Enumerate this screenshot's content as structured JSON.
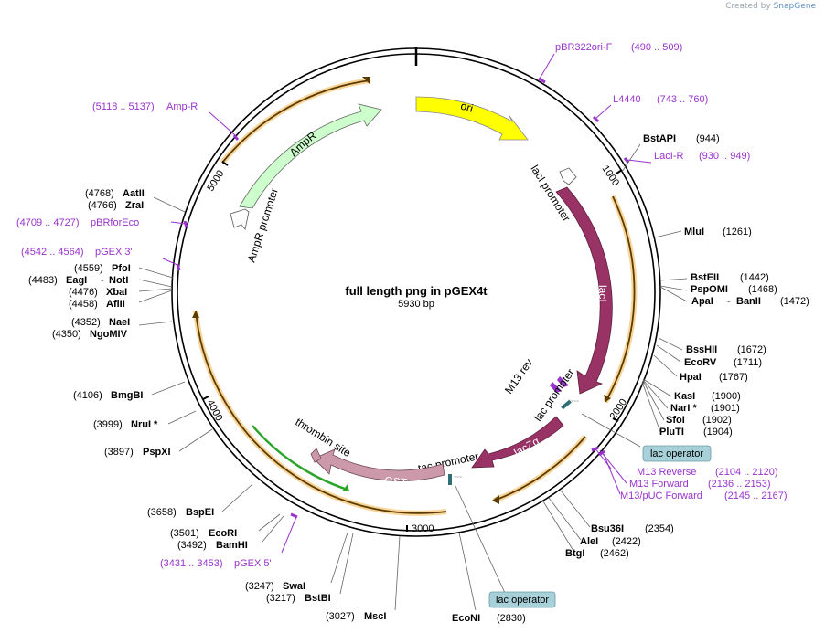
{
  "branding": {
    "created_by": "Created by",
    "product": "SnapGene"
  },
  "plasmid": {
    "name": "full length png in pGEX4t",
    "size_label": "5930 bp",
    "total_bp": 5930
  },
  "ticks": [
    {
      "bp": 1000,
      "label": "1000"
    },
    {
      "bp": 2000,
      "label": "2000"
    },
    {
      "bp": 3000,
      "label": "3000"
    },
    {
      "bp": 4000,
      "label": "4000"
    },
    {
      "bp": 5000,
      "label": "5000"
    }
  ],
  "features": [
    {
      "id": "ori",
      "label": "ori",
      "color": "#ffff00"
    },
    {
      "id": "ampr",
      "label": "AmpR",
      "color": "#ccffcc"
    },
    {
      "id": "ampr_promoter",
      "label": "AmpR promoter",
      "color": "#ffffff"
    },
    {
      "id": "laci",
      "label": "lacI",
      "color": "#993366"
    },
    {
      "id": "laci_promoter",
      "label": "lacI promoter",
      "color": "#ffffff"
    },
    {
      "id": "m13rev",
      "label": "M13 rev",
      "color": "#9933cc"
    },
    {
      "id": "lac_promoter",
      "label": "lac promoter",
      "color": "#ffffff"
    },
    {
      "id": "laczalpha",
      "label": "lacZα",
      "color": "#993366"
    },
    {
      "id": "tac_promoter",
      "label": "tac promoter",
      "color": "#ffffff"
    },
    {
      "id": "gst",
      "label": "GST",
      "color": "#cc99aa"
    },
    {
      "id": "thrombin",
      "label": "thrombin site",
      "color": "#cc99aa"
    }
  ],
  "primers": [
    {
      "name": "pBR322ori-F",
      "range": "(490 .. 509)"
    },
    {
      "name": "L4440",
      "range": "(743 .. 760)"
    },
    {
      "name": "LacI-R",
      "range": "(930 .. 949)"
    },
    {
      "name": "Amp-R",
      "range": "(5118 .. 5137)"
    },
    {
      "name": "pBRforEco",
      "range": "(4709 .. 4727)"
    },
    {
      "name": "pGEX 3'",
      "range": "(4542 .. 4564)"
    },
    {
      "name": "M13 Reverse",
      "range": "(2104 .. 2120)"
    },
    {
      "name": "M13 Forward",
      "range": "(2136 .. 2153)"
    },
    {
      "name": "M13/pUC Forward",
      "range": "(2145 .. 2167)"
    },
    {
      "name": "pGEX 5'",
      "range": "(3431 .. 3453)"
    }
  ],
  "sites": [
    {
      "name": "BstAPI",
      "pos": "(944)"
    },
    {
      "name": "MluI",
      "pos": "(1261)"
    },
    {
      "name": "BstEII",
      "pos": "(1442)"
    },
    {
      "name": "PspOMI",
      "pos": "(1468)"
    },
    {
      "name": "ApaI",
      "sep": "-",
      "name2": "BanII",
      "pos": "(1472)"
    },
    {
      "name": "BssHII",
      "pos": "(1672)"
    },
    {
      "name": "EcoRV",
      "pos": "(1711)"
    },
    {
      "name": "HpaI",
      "pos": "(1767)"
    },
    {
      "name": "KasI",
      "pos": "(1900)"
    },
    {
      "name": "NarI *",
      "pos": "(1901)"
    },
    {
      "name": "SfoI",
      "pos": "(1902)"
    },
    {
      "name": "PluTI",
      "pos": "(1904)"
    },
    {
      "name": "Bsu36I",
      "pos": "(2354)"
    },
    {
      "name": "AleI",
      "pos": "(2422)"
    },
    {
      "name": "BtgI",
      "pos": "(2462)"
    },
    {
      "name": "EcoNI",
      "pos": "(2830)"
    },
    {
      "name": "MscI",
      "pos": "(3027)"
    },
    {
      "name": "BstBI",
      "pos": "(3217)"
    },
    {
      "name": "SwaI",
      "pos": "(3247)"
    },
    {
      "name": "BamHI",
      "pos": "(3492)"
    },
    {
      "name": "EcoRI",
      "pos": "(3501)"
    },
    {
      "name": "BspEI",
      "pos": "(3658)"
    },
    {
      "name": "PspXI",
      "pos": "(3897)"
    },
    {
      "name": "NruI *",
      "pos": "(3999)"
    },
    {
      "name": "BmgBI",
      "pos": "(4106)"
    },
    {
      "name": "NgoMIV",
      "pos": "(4350)"
    },
    {
      "name": "NaeI",
      "pos": "(4352)"
    },
    {
      "name": "AflII",
      "pos": "(4458)"
    },
    {
      "name": "XbaI",
      "pos": "(4476)"
    },
    {
      "name": "EagI",
      "sep": "-",
      "name2": "NotI",
      "pos": "(4483)"
    },
    {
      "name": "PfoI",
      "pos": "(4559)"
    },
    {
      "name": "ZraI",
      "pos": "(4766)"
    },
    {
      "name": "AatII",
      "pos": "(4768)"
    }
  ],
  "boxed_labels": [
    {
      "id": "lacop1",
      "label": "lac operator"
    },
    {
      "id": "lacop2",
      "label": "lac operator"
    }
  ],
  "colors": {
    "primer": "#9933cc",
    "orf": "#f5a623",
    "ring": "#000000",
    "operator_box": "#a7d0d8"
  }
}
